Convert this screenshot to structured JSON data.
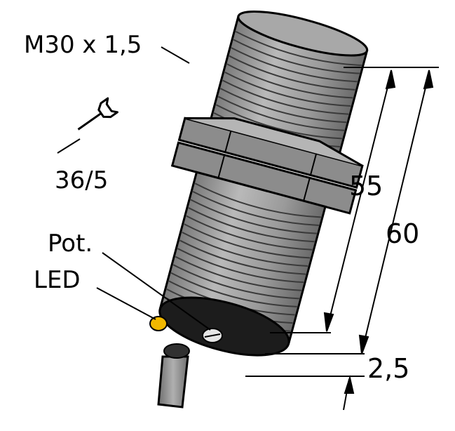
{
  "labels": {
    "thread": "M30 x 1,5",
    "wrench_size": "36/5",
    "pot": "Pot.",
    "led": "LED"
  },
  "dimensions": {
    "thread_length": "55",
    "total_length": "60",
    "offset": "2,5"
  },
  "colors": {
    "body": "#9a9a9a",
    "body_dark": "#6e6e6e",
    "face": "#1c1c1c",
    "led": "#f2b800",
    "line": "#000000"
  }
}
